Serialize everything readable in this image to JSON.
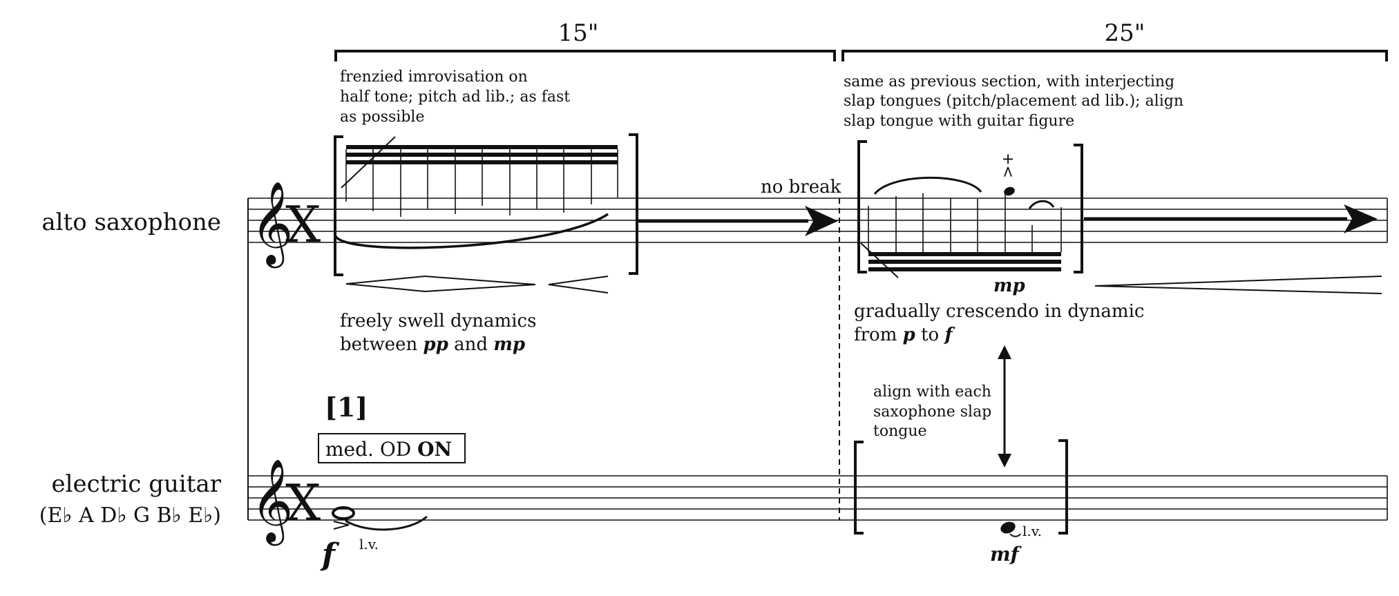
{
  "instruments": {
    "saxophone": {
      "name": "alto saxophone"
    },
    "guitar": {
      "name": "electric guitar",
      "tuning": "(E♭ A D♭ G B♭ E♭)"
    }
  },
  "sections": {
    "first": {
      "duration": "15\"",
      "rehearsal_mark": "[1]",
      "instruction": [
        "frenzied imrovisation on",
        "half tone; pitch ad lib.; as fast",
        "as possible"
      ],
      "dynamics_text_1": "freely swell dynamics",
      "dynamics_text_2_prefix": "between ",
      "dynamics_text_2_dyn_a": "pp",
      "dynamics_text_2_mid": " and ",
      "dynamics_text_2_dyn_b": "mp",
      "transition": "no break",
      "guitar_effect_prefix": "med. OD ",
      "guitar_effect_bold": "ON",
      "guitar_dynamic": "f",
      "guitar_lv": "l.v."
    },
    "second": {
      "duration": "25\"",
      "instruction": [
        "same as previous section, with interjecting",
        "slap tongues (pitch/placement ad lib.); align",
        "slap tongue with guitar figure"
      ],
      "sax_dynamic": "mp",
      "crescendo_text_1": "gradually crescendo in dynamic",
      "crescendo_text_2_prefix": "from ",
      "crescendo_text_2_dyn_a": "p",
      "crescendo_text_2_mid": " to ",
      "crescendo_text_2_dyn_b": "f",
      "align_text": [
        "align with each",
        "saxophone slap",
        "tongue"
      ],
      "guitar_dynamic": "mf",
      "guitar_lv": "l.v.",
      "slap_marking": ">+"
    }
  },
  "symbols": {
    "clef": "𝄞",
    "notehead_x": "X"
  }
}
